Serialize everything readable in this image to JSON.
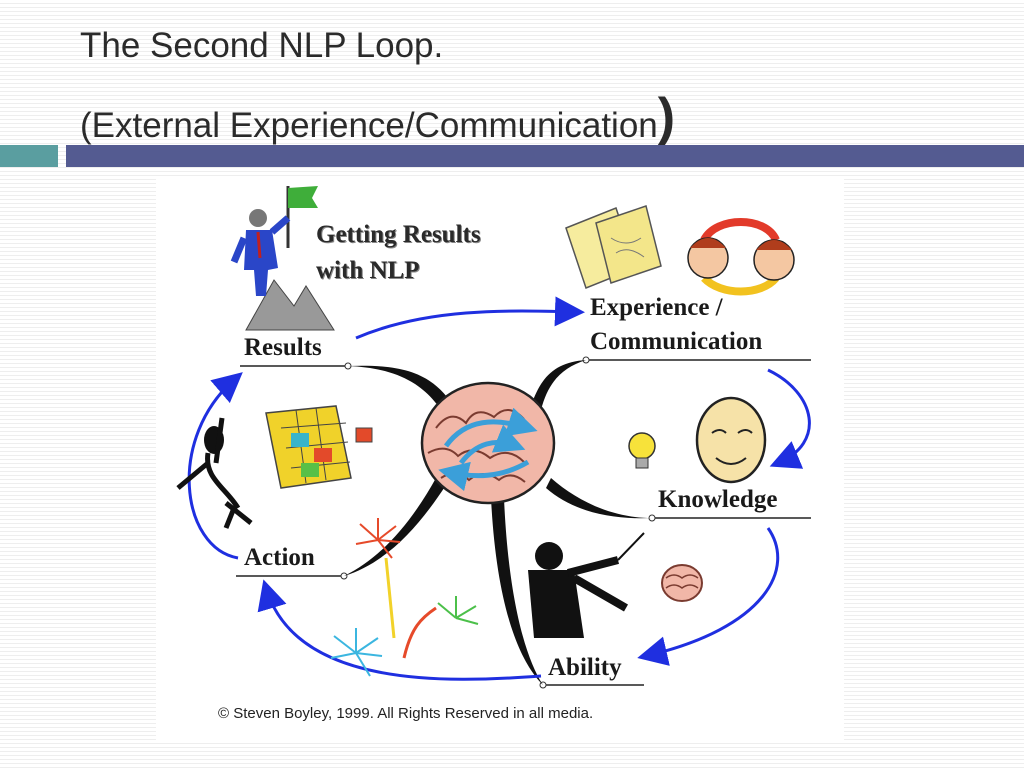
{
  "slide": {
    "title_line1": "The Second NLP Loop.",
    "title_line2": "(External Experience/Communication",
    "title_close_paren": ")"
  },
  "diagram": {
    "header_line1": "Getting Results",
    "header_line2": "with NLP",
    "stages": {
      "results": "Results",
      "experience_line1": "Experience /",
      "experience_line2": "Communication",
      "knowledge": "Knowledge",
      "ability": "Ability",
      "action": "Action"
    },
    "copyright": "© Steven Boyley, 1999. All Rights Reserved in all media.",
    "colors": {
      "arrows": "#1f2fe0",
      "brain": "#f1b7a8",
      "brain_arrows": "#3b9fd9",
      "teal_bar": "#5a9ea0",
      "navy_bar": "#545b91"
    }
  }
}
